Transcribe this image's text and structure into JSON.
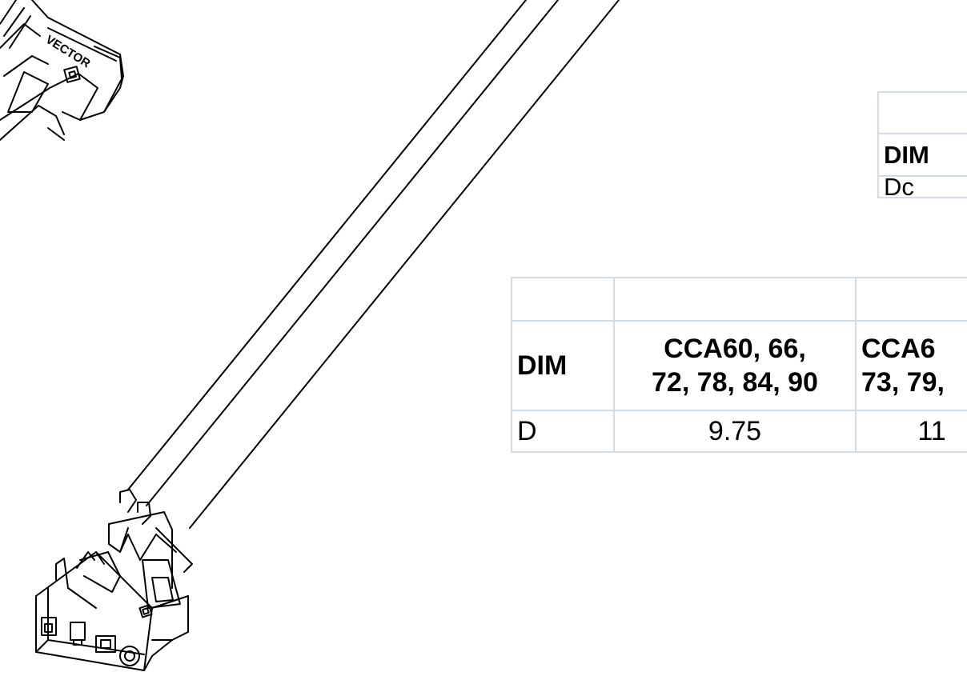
{
  "colors": {
    "line": "#000000",
    "table_border": "#d5dbe3",
    "background": "#ffffff"
  },
  "connector_top": {
    "logo_text": "VECTOR"
  },
  "table_small": {
    "rows": [
      [
        ""
      ],
      [
        "DIM"
      ],
      [
        "Dc"
      ]
    ]
  },
  "table_large": {
    "header_blank": [
      "",
      "",
      ""
    ],
    "header": [
      "DIM",
      "CCA60, 66,\n72, 78, 84, 90",
      "CCA6\n73, 79,"
    ],
    "row": [
      "D",
      "9.75",
      "11"
    ]
  }
}
